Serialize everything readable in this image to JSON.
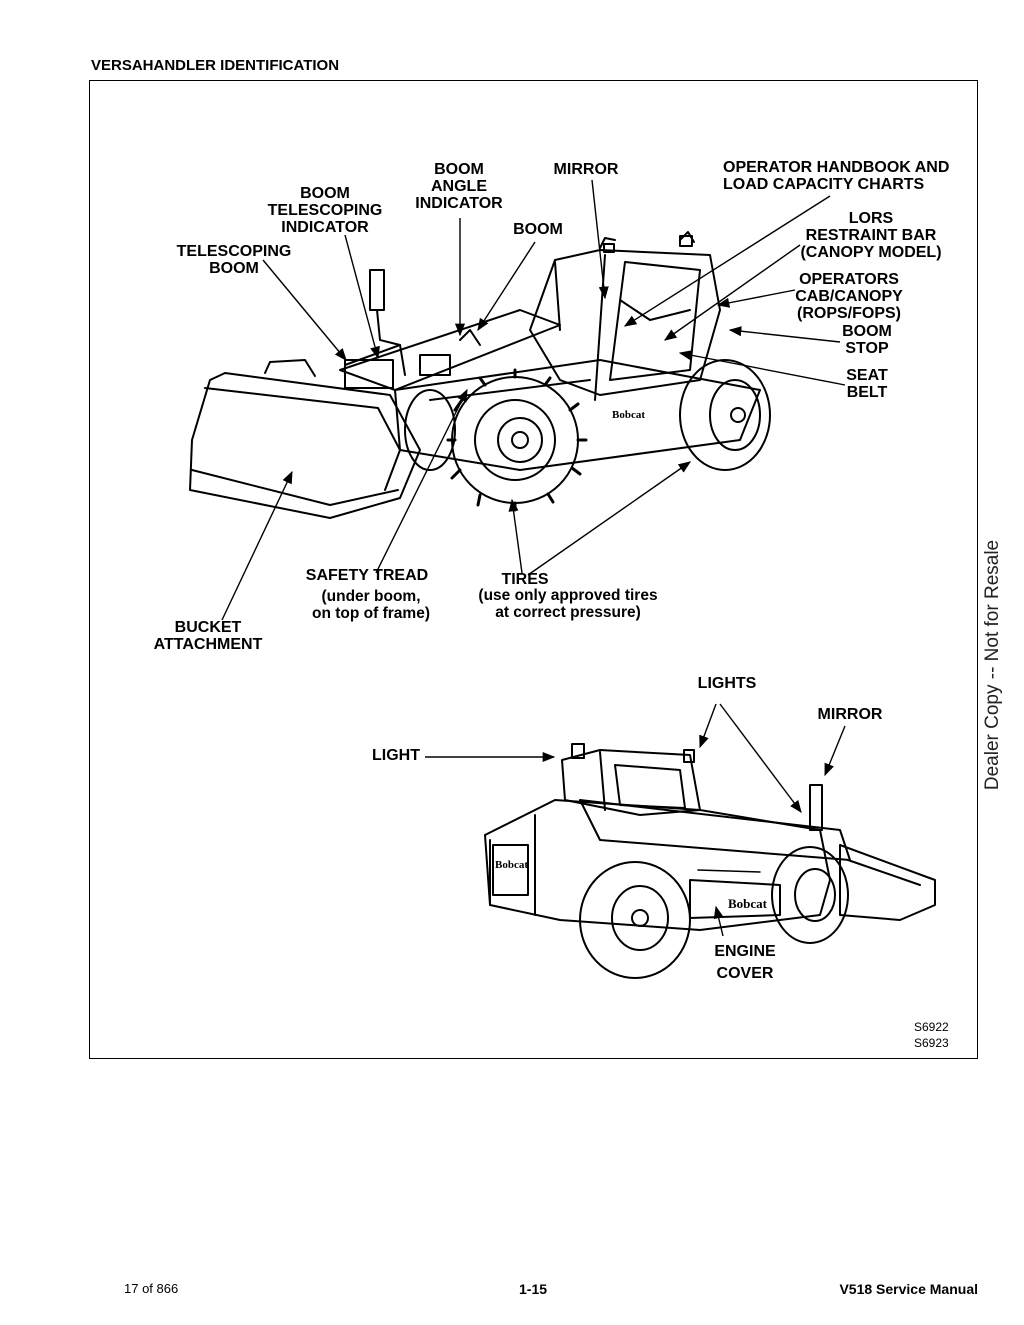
{
  "page": {
    "title": "VERSAHANDLER IDENTIFICATION",
    "watermark": "Dealer Copy -- Not for Resale",
    "figure_codes": [
      "S6922",
      "S6923"
    ]
  },
  "labels": {
    "boom_telescoping_indicator": "BOOM\nTELESCOPING\nINDICATOR",
    "boom_angle_indicator": "BOOM\nANGLE\nINDICATOR",
    "mirror_top": "MIRROR",
    "operator_handbook": "OPERATOR HANDBOOK AND\nLOAD CAPACITY CHARTS",
    "lors_restraint_bar": "LORS\nRESTRAINT BAR\n(CANOPY MODEL)",
    "telescoping_boom": "TELESCOPING\nBOOM",
    "boom": "BOOM",
    "operators_cab": "OPERATORS\nCAB/CANOPY\n(ROPS/FOPS)",
    "boom_stop": "BOOM\nSTOP",
    "seat_belt": "SEAT\nBELT",
    "safety_tread": "SAFETY TREAD",
    "safety_tread_note": "(under boom,\non top of frame)",
    "tires": "TIRES",
    "tires_note": "(use only approved tires\nat correct pressure)",
    "bucket_attachment": "BUCKET\nATTACHMENT",
    "lights": "LIGHTS",
    "mirror_bottom": "MIRROR",
    "light": "LIGHT",
    "engine_cover": "ENGINE\nCOVER"
  },
  "machine_decals": {
    "brand": "Bobcat"
  },
  "footer": {
    "page_count": "17 of 866",
    "page_number": "1-15",
    "manual_title": "V518 Service Manual"
  }
}
